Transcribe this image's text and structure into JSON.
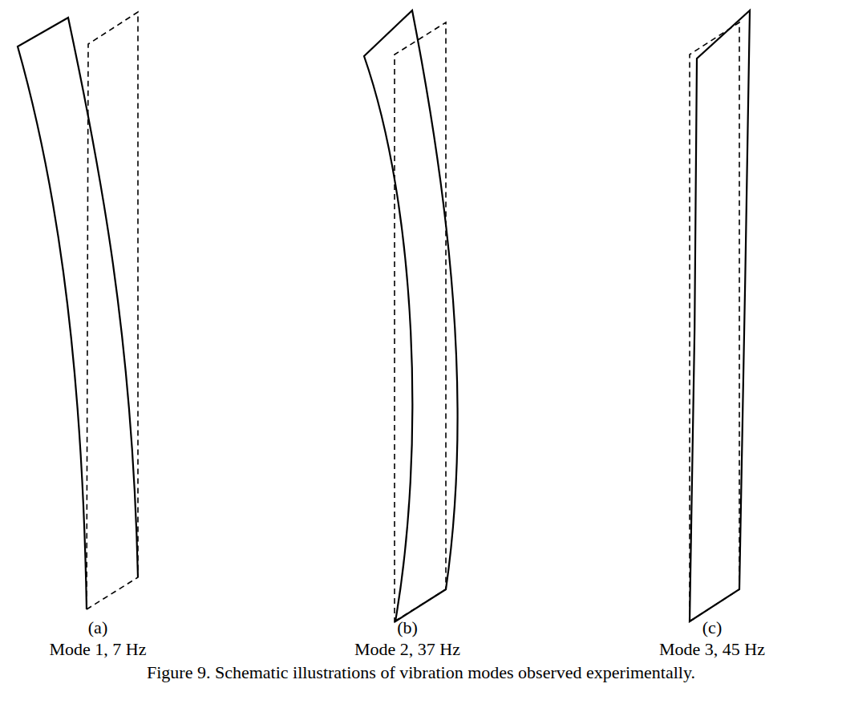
{
  "diagram": {
    "caption": "Figure 9. Schematic illustrations of vibration modes observed experimentally.",
    "labels": [
      "(a)",
      "Mode 1, 7 Hz",
      "(b)",
      "Mode 2, 37 Hz",
      "(c)",
      "Mode 3, 45 Hz"
    ]
  }
}
